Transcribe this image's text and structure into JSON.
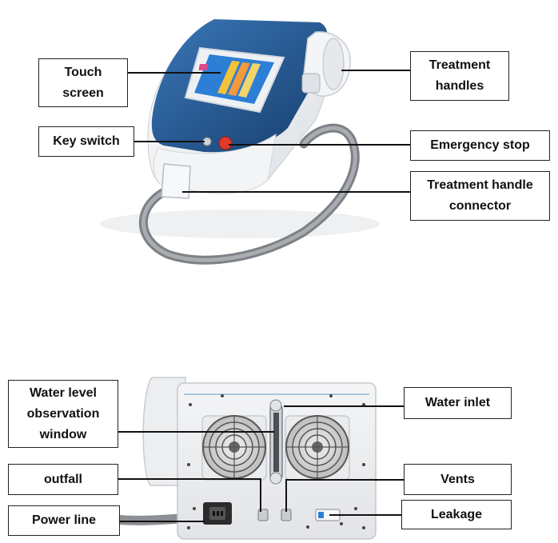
{
  "front_labels": {
    "touch_screen": "Touch\nscreen",
    "key_switch": "Key switch",
    "treatment_handles": "Treatment\nhandles",
    "emergency_stop": "Emergency stop",
    "handle_connector": "Treatment handle\nconnector"
  },
  "back_labels": {
    "water_level_window": "Water level\nobservation\nwindow",
    "outfall": "outfall",
    "power_line": "Power line",
    "water_inlet": "Water inlet",
    "vents": "Vents",
    "leakage": "Leakage"
  },
  "colors": {
    "device_blue": "#1f5a97",
    "screen_frame": "#f2f4f6",
    "emergency_red": "#e23a2a",
    "cable_grey": "#8c8f93"
  }
}
